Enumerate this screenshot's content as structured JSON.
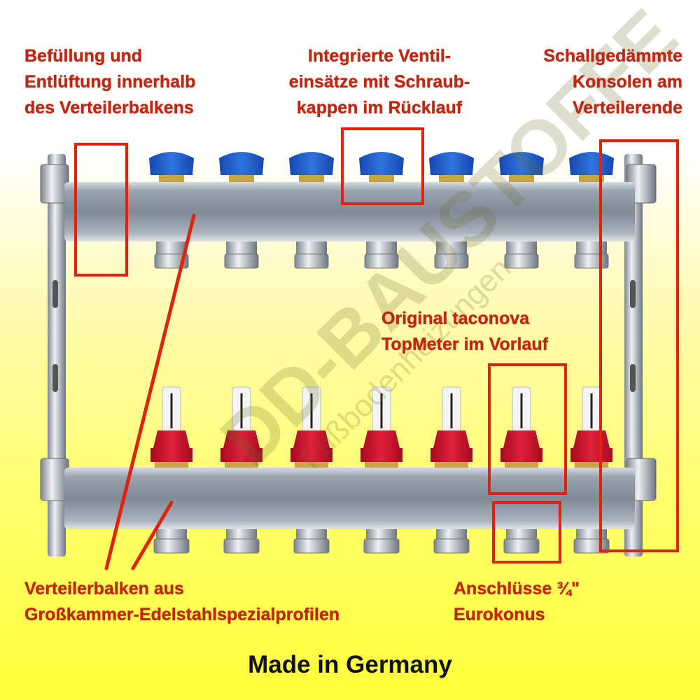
{
  "annotations": {
    "filling": [
      "Befüllung und",
      "Entlüftung innerhalb",
      "des Verteilerbalkens"
    ],
    "valve_inserts": [
      "Integrierte Ventil-",
      "einsätze mit Schraub-",
      "kappen im Rücklauf"
    ],
    "consoles": [
      "Schallgedämmte",
      "Konsolen am",
      "Verteilerende"
    ],
    "topmeter": [
      "Original taconova",
      "TopMeter im Vorlauf"
    ],
    "profile": [
      "Verteilerbalken aus",
      "Großkammer-Edelstahlspezialprofilen"
    ],
    "connections": [
      "Anschlüsse ¾\"",
      "Eurokonus"
    ]
  },
  "footer": "Made in Germany",
  "watermark": {
    "brand": "DD-BAUSTOFFE",
    "sub": "Fußbodenheizungen"
  },
  "colors": {
    "annotation": "#c3250d",
    "box": "#e0240c",
    "cap": "#1f5fd0",
    "flowmeter": "#c8102e",
    "steel": "#8e99a6"
  }
}
